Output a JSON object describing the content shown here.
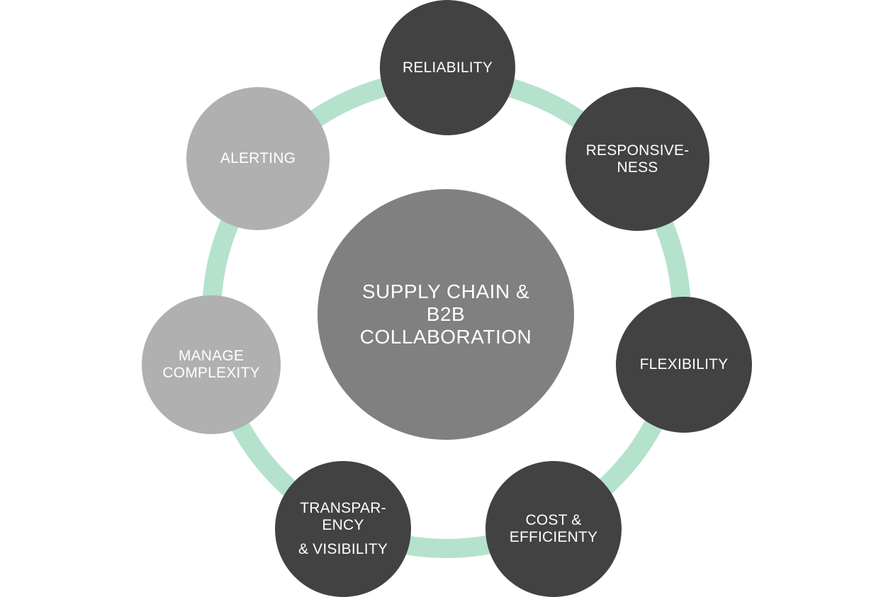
{
  "diagram": {
    "center": {
      "line1": "SUPPLY CHAIN &",
      "line2": "B2B",
      "line3": "COLLABORATION"
    },
    "nodes": {
      "reliability": {
        "line1": "RELIABILITY"
      },
      "responsiveness": {
        "line1": "RESPONSIVE-",
        "line2": "NESS"
      },
      "flexibility": {
        "line1": "FLEXIBILITY"
      },
      "cost_efficiency": {
        "line1": "COST &",
        "line2": "EFFICIENTY"
      },
      "transparency_visibility": {
        "line1": "TRANSPAR-",
        "line2": "ENCY",
        "line3": "& VISIBILITY"
      },
      "manage_complexity": {
        "line1": "MANAGE",
        "line2": "COMPLEXITY"
      },
      "alerting": {
        "line1": "ALERTING"
      }
    },
    "colors": {
      "ring": "#b5e2cd",
      "dark_node": "#424242",
      "light_node": "#b0b0b0",
      "center_node": "#808080",
      "text": "#ffffff"
    }
  }
}
